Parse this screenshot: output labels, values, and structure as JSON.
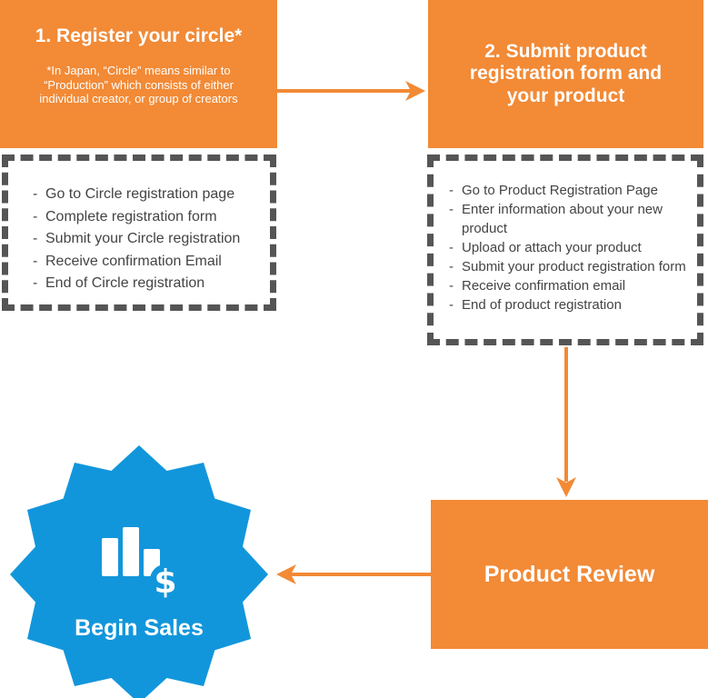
{
  "colors": {
    "orange": "#f28a36",
    "blue": "#1296db",
    "dash": "#555555",
    "text": "#444444"
  },
  "step1": {
    "title": "1. Register your circle*",
    "note": "*In Japan, “Circle” means similar to “Production” which consists of either individual creator, or group of creators",
    "items": [
      "Go to Circle registration page",
      "Complete registration form",
      "Submit your Circle registration",
      "Receive confirmation Email",
      "End of Circle registration"
    ]
  },
  "step2": {
    "title": "2. Submit product registration form and your product",
    "items": [
      "Go to Product Registration Page",
      "Enter information about your new product",
      "Upload or attach your product",
      "Submit your product registration form",
      "Receive confirmation email",
      "End of product registration"
    ]
  },
  "review": {
    "title": "Product Review"
  },
  "sales": {
    "title": "Begin Sales",
    "icon": "bar-chart-dollar-icon"
  }
}
